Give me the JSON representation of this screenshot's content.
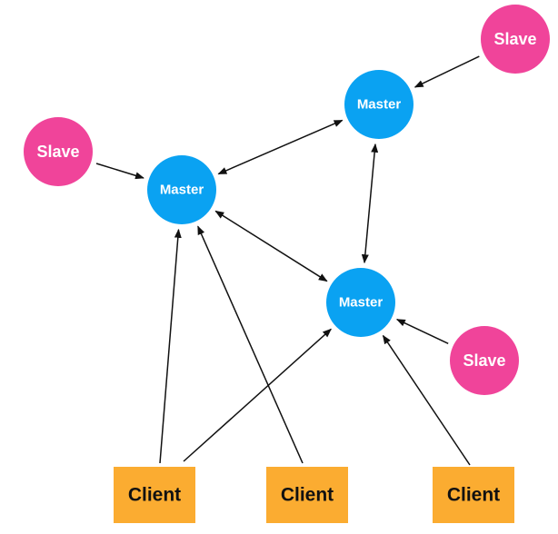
{
  "colors": {
    "master": "#0aa2f2",
    "slave": "#f0449a",
    "client": "#fbac31",
    "edge": "#111111"
  },
  "nodes": {
    "master_top_right": {
      "label": "Master"
    },
    "master_left": {
      "label": "Master"
    },
    "master_bottom_right": {
      "label": "Master"
    },
    "slave_top_right": {
      "label": "Slave"
    },
    "slave_left": {
      "label": "Slave"
    },
    "slave_bottom_right": {
      "label": "Slave"
    },
    "client_left": {
      "label": "Client"
    },
    "client_middle": {
      "label": "Client"
    },
    "client_right": {
      "label": "Client"
    }
  },
  "edges": [
    {
      "from": "slave_top_right",
      "to": "master_top_right",
      "direction": "forward"
    },
    {
      "from": "slave_left",
      "to": "master_left",
      "direction": "forward"
    },
    {
      "from": "slave_bottom_right",
      "to": "master_bottom_right",
      "direction": "forward"
    },
    {
      "from": "master_left",
      "to": "master_top_right",
      "direction": "both"
    },
    {
      "from": "master_top_right",
      "to": "master_bottom_right",
      "direction": "both"
    },
    {
      "from": "master_left",
      "to": "master_bottom_right",
      "direction": "both"
    },
    {
      "from": "client_left",
      "to": "master_left",
      "direction": "forward"
    },
    {
      "from": "client_left",
      "to": "master_bottom_right",
      "direction": "forward"
    },
    {
      "from": "client_middle",
      "to": "master_left",
      "direction": "forward"
    },
    {
      "from": "client_right",
      "to": "master_bottom_right",
      "direction": "forward"
    }
  ]
}
